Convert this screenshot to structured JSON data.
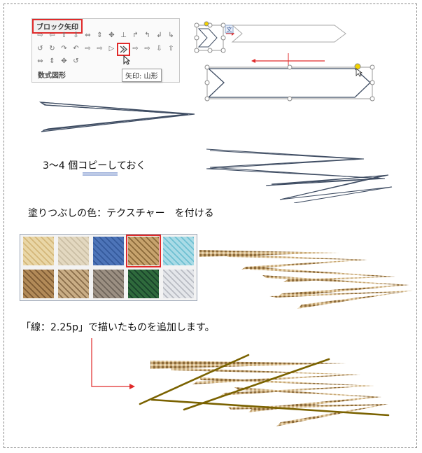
{
  "gallery": {
    "title": "ブロック矢印",
    "footer": "数式図形",
    "tooltip": "矢印: 山形",
    "row1_glyphs": [
      "⇨",
      "⇦",
      "⇧",
      "⇩",
      "⇔",
      "⇕",
      "✥",
      "⊥",
      "↱",
      "↰",
      "↲",
      "↳"
    ],
    "row2_glyphs": [
      "↺",
      "↻",
      "↷",
      "↶",
      "⇨",
      "⇨",
      "▷",
      "»",
      "⇨",
      "⇨",
      "⇩",
      "⇧"
    ],
    "row3_glyphs": [
      "⇔",
      "⇕",
      "✥",
      "↺"
    ]
  },
  "mini_shape_label": "文",
  "captions": {
    "copy": "3～4 個コピーしておく",
    "fill": "塗りつぶしの色：テクスチャー　を付ける",
    "line": "「線：2.25p」で描いたものを追加します。"
  },
  "colors": {
    "red": "#e02a2a",
    "outline": "#3f4d63",
    "handle": "#8a8a8a",
    "handle_yellow": "#f2d200",
    "olive": "#7a6200",
    "burlap": "#c9a978"
  },
  "textures": [
    {
      "name": "papyrus",
      "color": "#e9d6a6",
      "accent": "#d4b77a"
    },
    {
      "name": "canvas",
      "color": "#e3d8c0",
      "accent": "#cbbfa5"
    },
    {
      "name": "denim",
      "color": "#4d74b8",
      "accent": "#355a9c"
    },
    {
      "name": "woven-mat",
      "color": "#c7a36d",
      "accent": "#8b6a3a",
      "selected": true
    },
    {
      "name": "water-droplets",
      "color": "#a9dbe6",
      "accent": "#6fc0d2"
    },
    {
      "name": "paper-bag",
      "color": "#b28a58",
      "accent": "#7d5a33"
    },
    {
      "name": "fish-fossil",
      "color": "#c9ad85",
      "accent": "#8a6e4b"
    },
    {
      "name": "granite",
      "color": "#9b8f82",
      "accent": "#6e645a"
    },
    {
      "name": "green-marble",
      "color": "#2f6a3c",
      "accent": "#18422a"
    },
    {
      "name": "white-marble",
      "color": "#e4e6ea",
      "accent": "#b9bcc3"
    }
  ]
}
